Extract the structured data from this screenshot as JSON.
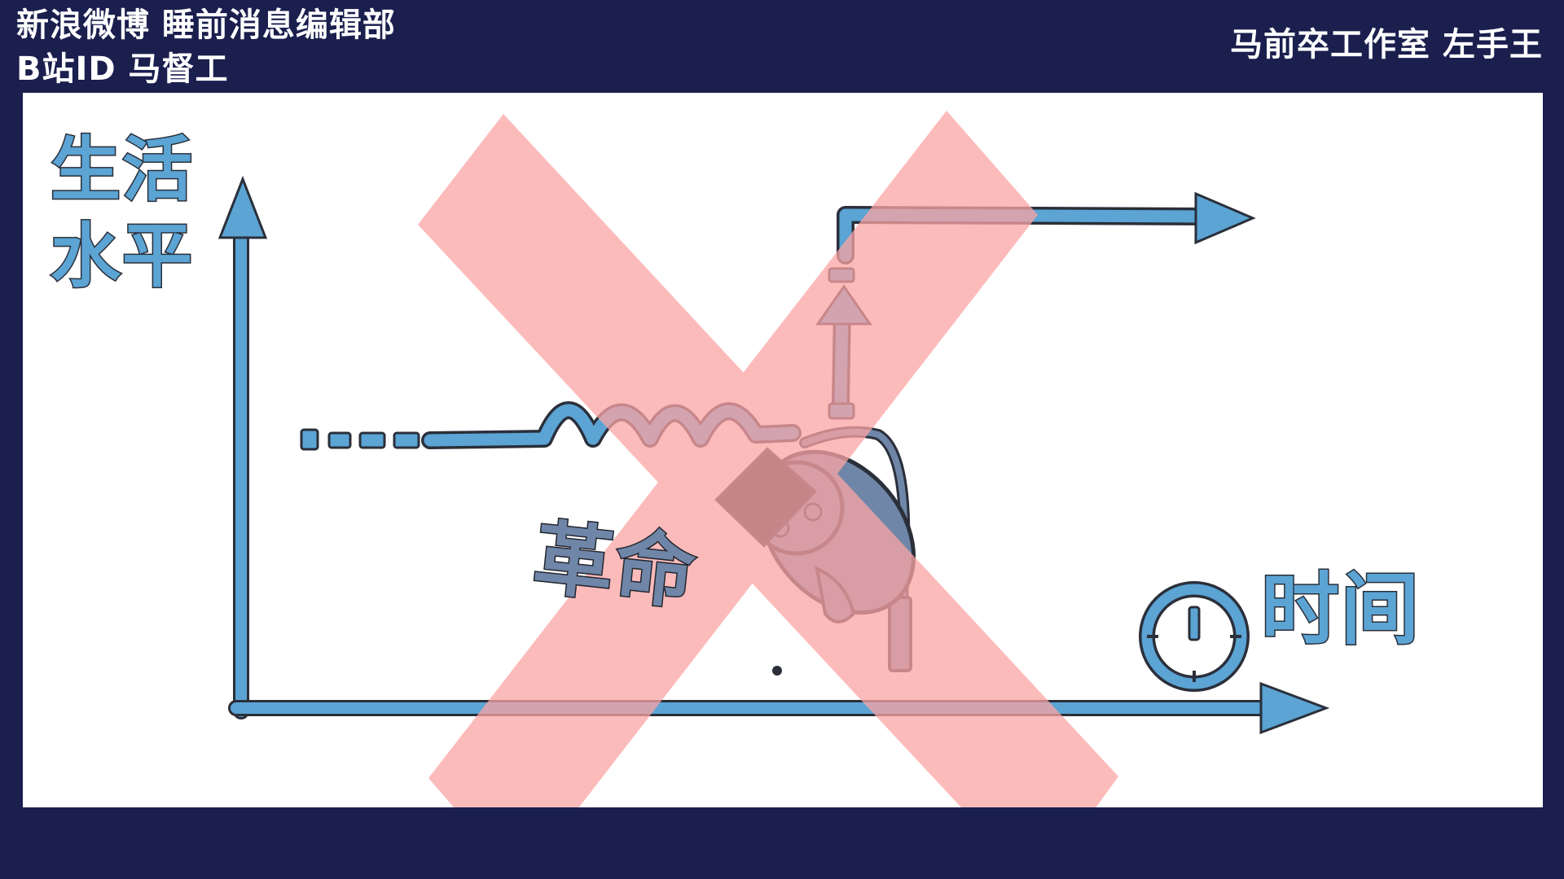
{
  "header": {
    "line1": "新浪微博 睡前消息编辑部",
    "line2": "B站ID 马督工",
    "right": "马前卒工作室 左手王"
  },
  "diagram": {
    "y_axis_label": "生活水平",
    "x_axis_label": "时间",
    "event_label": "革命"
  },
  "colors": {
    "background": "#1a1f4e",
    "panel": "#ffffff",
    "arrow_blue": "#5ba4d4",
    "outline": "#2a2f3a",
    "cross_red": "#fca5a5",
    "figure_gray_blue": "#6f86a8"
  }
}
